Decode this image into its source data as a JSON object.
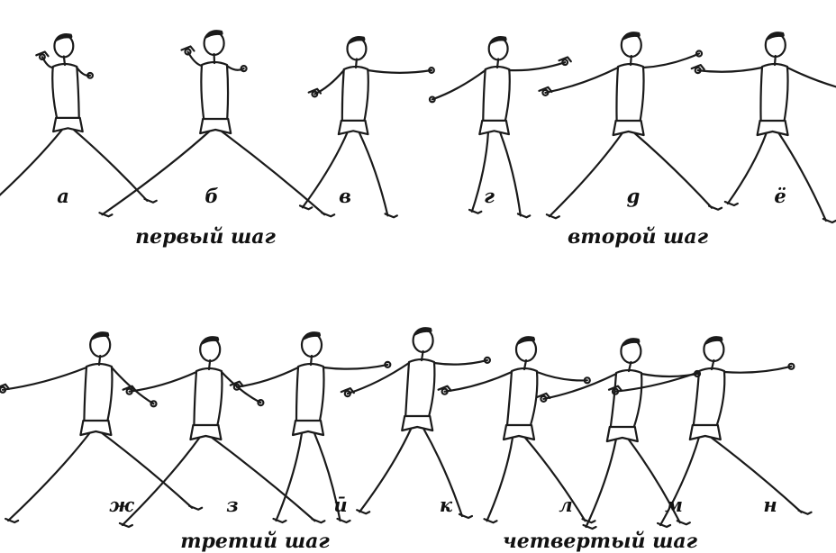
{
  "figures": [
    {
      "id": "a",
      "label": "а",
      "pose": {
        "lean": 0.06,
        "la": [
          -0.2,
          -0.2
        ],
        "ra": [
          0.25,
          0.15
        ],
        "ll": [
          -0.95,
          0.95
        ],
        "rl": [
          0.9,
          0.85
        ],
        "facing": -1,
        "hand": "left"
      }
    },
    {
      "id": "b",
      "label": "б",
      "pose": {
        "lean": 0.02,
        "la": [
          -0.25,
          -0.25
        ],
        "ra": [
          0.3,
          0.05
        ],
        "ll": [
          -1.25,
          0.95
        ],
        "rl": [
          1.2,
          0.95
        ],
        "facing": -1,
        "hand": "left"
      }
    },
    {
      "id": "v",
      "label": "в",
      "pose": {
        "lean": -0.05,
        "la": [
          -0.55,
          0.45
        ],
        "ra": [
          1.2,
          0.0
        ],
        "ll": [
          -0.55,
          0.9
        ],
        "rl": [
          0.35,
          1.0
        ],
        "facing": 1,
        "hand": "left"
      }
    },
    {
      "id": "g",
      "label": "г",
      "pose": {
        "lean": -0.06,
        "la": [
          -1.0,
          0.55
        ],
        "ra": [
          1.05,
          -0.15
        ],
        "ll": [
          -0.2,
          0.95
        ],
        "rl": [
          0.25,
          1.0
        ],
        "facing": 1,
        "hand": "right"
      }
    },
    {
      "id": "d",
      "label": "g",
      "pose": {
        "lean": -0.04,
        "la": [
          -1.3,
          0.45
        ],
        "ra": [
          1.0,
          -0.25
        ],
        "ll": [
          -0.85,
          0.95
        ],
        "rl": [
          0.9,
          0.85
        ],
        "facing": 1,
        "hand": "left"
      }
    },
    {
      "id": "e",
      "label": "ё",
      "pose": {
        "lean": -0.04,
        "la": [
          -1.15,
          0.05
        ],
        "ra": [
          1.3,
          0.45
        ],
        "ll": [
          -0.45,
          0.8
        ],
        "rl": [
          0.55,
          1.0
        ],
        "facing": 1,
        "hand": "left"
      }
    },
    {
      "id": "zh",
      "label": "ж",
      "pose": {
        "lean": -0.06,
        "la": [
          -1.5,
          0.4
        ],
        "ra": [
          0.75,
          0.65
        ],
        "ll": [
          -0.95,
          1.0
        ],
        "rl": [
          1.05,
          0.85
        ],
        "facing": 1,
        "hand": "left"
      }
    },
    {
      "id": "z",
      "label": "з",
      "pose": {
        "lean": -0.06,
        "la": [
          -1.2,
          0.35
        ],
        "ra": [
          0.7,
          0.55
        ],
        "ll": [
          -0.9,
          1.0
        ],
        "rl": [
          1.2,
          0.95
        ],
        "facing": 1,
        "hand": "left"
      }
    },
    {
      "id": "i",
      "label": "ū",
      "pose": {
        "lean": -0.05,
        "la": [
          -1.1,
          0.35
        ],
        "ra": [
          1.15,
          -0.05
        ],
        "ll": [
          -0.3,
          1.0
        ],
        "rl": [
          0.3,
          1.0
        ],
        "facing": 1,
        "hand": "left"
      }
    },
    {
      "id": "k",
      "label": "к",
      "pose": {
        "lean": -0.08,
        "la": [
          -1.1,
          0.55
        ],
        "ra": [
          0.95,
          -0.05
        ],
        "ll": [
          -0.6,
          0.95
        ],
        "rl": [
          0.45,
          1.0
        ],
        "facing": 1,
        "hand": "left"
      }
    },
    {
      "id": "l",
      "label": "л",
      "pose": {
        "lean": -0.1,
        "la": [
          -1.2,
          0.35
        ],
        "ra": [
          0.9,
          0.15
        ],
        "ll": [
          -0.3,
          0.95
        ],
        "rl": [
          0.7,
          0.95
        ],
        "facing": 1,
        "hand": "left"
      }
    },
    {
      "id": "m",
      "label": "м",
      "pose": {
        "lean": -0.12,
        "la": [
          -1.3,
          0.45
        ],
        "ra": [
          1.0,
          0.0
        ],
        "ll": [
          -0.35,
          1.0
        ],
        "rl": [
          0.6,
          0.95
        ],
        "facing": 1,
        "hand": "left"
      }
    },
    {
      "id": "n",
      "label": "н",
      "pose": {
        "lean": -0.12,
        "la": [
          -1.5,
          0.35
        ],
        "ra": [
          1.2,
          -0.1
        ],
        "ll": [
          -0.45,
          1.0
        ],
        "rl": [
          1.05,
          0.85
        ],
        "facing": 1,
        "hand": "left"
      }
    }
  ],
  "phases": [
    {
      "id": "step1",
      "label": "первый шаг"
    },
    {
      "id": "step2",
      "label": "второй шаг"
    },
    {
      "id": "step3",
      "label": "третий шаг"
    },
    {
      "id": "step4",
      "label": "четвертый шаг"
    }
  ]
}
